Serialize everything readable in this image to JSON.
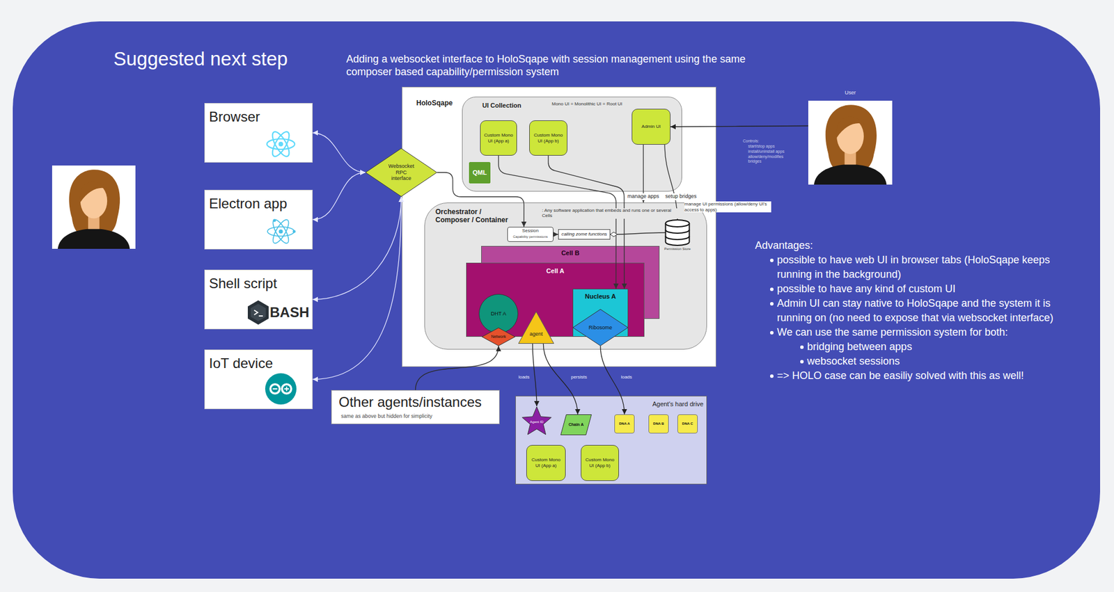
{
  "diagram": {
    "title": "Suggested next step",
    "nodes": [
      {
        "text": [
          "Browser"
        ]
      },
      {
        "text": [
          "Electron app"
        ]
      },
      {
        "text": [
          "Shell script"
        ]
      },
      {
        "text": [
          "IoT device"
        ]
      },
      {
        "text": [
          "Websocket RPC interface"
        ]
      },
      {
        "text": [
          "HoloSqape"
        ]
      },
      {
        "text": [
          "UI Collection",
          "Mono UI = Monolithic UI = Root UI"
        ],
        "in": 5
      },
      {
        "text": [
          "Custom Mono UI (App a)"
        ],
        "in": 6
      },
      {
        "text": [
          "Custom Mono UI (App b)"
        ],
        "in": 6
      },
      {
        "text": [
          "Admin UI"
        ],
        "in": 6
      },
      {
        "text": [
          "QML"
        ],
        "in": 6
      },
      {
        "text": [
          "Orchestrator / Composer / Container",
          ": Any software application that embeds and runs one or several Cells"
        ],
        "in": 5
      },
      {
        "text": [
          "Session",
          "Capability permissions"
        ],
        "in": 11
      },
      {
        "text": [
          "calling zome functions"
        ],
        "in": 11
      },
      {
        "text": [
          "Permission Store"
        ],
        "in": 11
      },
      {
        "text": [
          "Cell B"
        ],
        "in": 11
      },
      {
        "text": [
          "Cell A"
        ],
        "in": 11
      },
      {
        "text": [
          "DHT A"
        ],
        "in": 16
      },
      {
        "text": [
          "Network"
        ],
        "in": 16
      },
      {
        "text": [
          "agent"
        ],
        "in": 11
      },
      {
        "text": [
          "Nucleus A"
        ],
        "in": 16
      },
      {
        "text": [
          "Ribosome"
        ],
        "in": 20
      },
      {
        "text": [
          "User"
        ]
      },
      {
        "text": [
          "Other agents/instances",
          "same as above but hidden for simplicity"
        ]
      },
      {
        "text": [
          "Agent's hard drive"
        ]
      },
      {
        "text": [
          "Agent ID"
        ],
        "in": 24
      },
      {
        "text": [
          "Chain A"
        ],
        "in": 24
      },
      {
        "text": [
          "DNA A"
        ],
        "in": 24
      },
      {
        "text": [
          "DNA B"
        ],
        "in": 24
      },
      {
        "text": [
          "DNA C"
        ],
        "in": 24
      },
      {
        "text": [
          "Custom Mono UI (App a)"
        ],
        "in": 24
      },
      {
        "text": [
          "Custom Mono UI (App b)"
        ],
        "in": 24
      }
    ],
    "edges": [
      {
        "from": 4,
        "to": 0,
        "arrow": "both"
      },
      {
        "from": 4,
        "to": 1,
        "arrow": "both"
      },
      {
        "from": 4,
        "to": 2,
        "arrow": "both"
      },
      {
        "from": 4,
        "to": 3,
        "arrow": "both"
      },
      {
        "from": 4,
        "to": 12,
        "arrow": "to"
      },
      {
        "from": 7,
        "to": 20,
        "arrow": "to"
      },
      {
        "from": 8,
        "to": 20,
        "arrow": "to"
      },
      {
        "from": 12,
        "to": 13,
        "arrow": "to"
      },
      {
        "from": 14,
        "to": 13,
        "arrow": "to"
      },
      {
        "from": 9,
        "to": 11,
        "label": "manage apps",
        "arrow": "to"
      },
      {
        "from": 9,
        "to": 14,
        "label": "setup bridges",
        "arrow": "to"
      },
      {
        "from": 22,
        "to": 9,
        "arrow": "to"
      },
      {
        "from": 23,
        "to": 18,
        "arrow": "to"
      },
      {
        "from": 19,
        "to": 25,
        "label": "loads",
        "arrow": "to"
      },
      {
        "from": 19,
        "to": 26,
        "label": "persists",
        "arrow": "to"
      },
      {
        "from": 21,
        "to": 27,
        "label": "loads",
        "arrow": "to"
      }
    ],
    "labels": [
      "Adding a websocket interface to HoloSqape with session management using the same composer based capability/permission system",
      "manage UI permissions (allow/deny UI's access to apps)",
      "Controls:",
      "start/stop apps",
      "install/uninstall apps",
      "allow/deny/modifies bridges",
      "BASH",
      "Advantages:",
      "possible to have web UI in browser tabs (HoloSqape keeps running in the background)",
      "possible to have any kind of custom UI",
      "Admin UI can stay native to HoloSqape and the system it is running on (no need to expose that via websocket interface)",
      "We can use the same permission system for both:",
      "bridging between apps",
      "websocket sessions",
      "=> HOLO case can be easiliy solved with this as well!"
    ]
  }
}
